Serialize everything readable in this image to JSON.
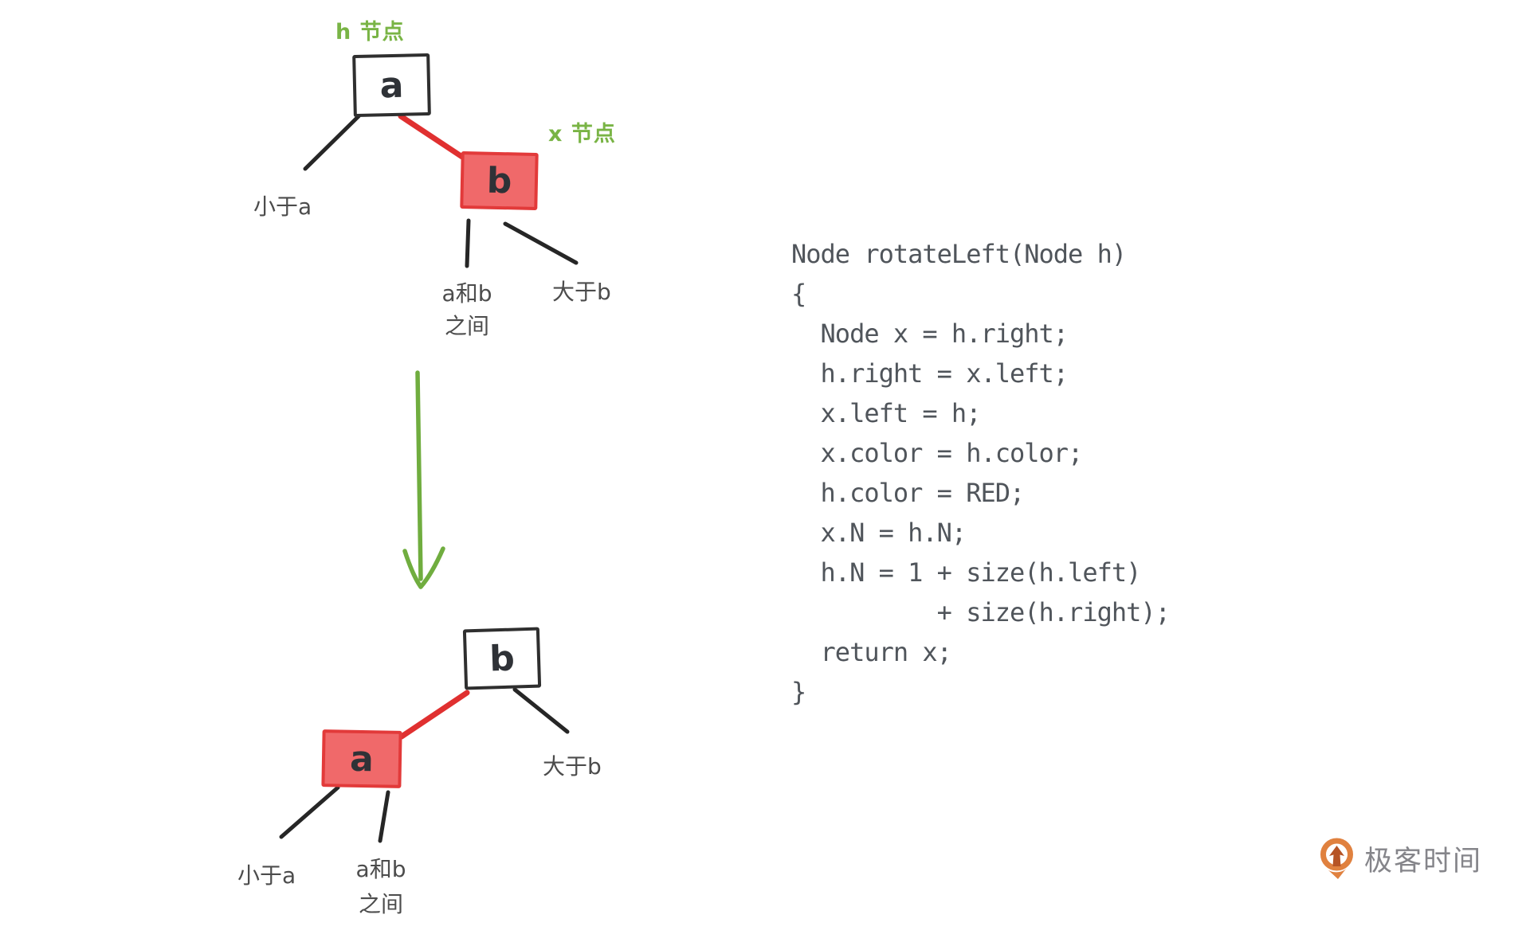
{
  "page": {
    "background": "#ffffff"
  },
  "diagram": {
    "before": {
      "h_node_label": "h 节点",
      "x_node_label": "x 节点",
      "node_a": "a",
      "node_b": "b",
      "left_subtree": "小于a",
      "middle_subtree": "a和b\n之间",
      "right_subtree": "大于b"
    },
    "after": {
      "node_a": "a",
      "node_b": "b",
      "left_subtree": "小于a",
      "middle_subtree": "a和b\n之间",
      "right_subtree": "大于b"
    },
    "colors": {
      "red_node_fill": "#f0696a",
      "red_node_border": "#e23a3a",
      "red_link": "#e03030",
      "black_node_border": "#2f2f2f",
      "black_link": "#262626",
      "green_label": "#79b445",
      "green_arrow": "#70ad3f",
      "subtree_label_text": "#4c4c4c",
      "node_letter_text": "#2f3237"
    }
  },
  "code": {
    "text": "Node rotateLeft(Node h)\n{\n  Node x = h.right;\n  h.right = x.left;\n  x.left = h;\n  x.color = h.color;\n  h.color = RED;\n  x.N = h.N;\n  h.N = 1 + size(h.left)\n          + size(h.right);\n  return x;\n}",
    "text_color": "#50555b"
  },
  "footer": {
    "brand_name": "极客时间",
    "brand_color": "#85858a",
    "icon_color": "#e0813f"
  }
}
